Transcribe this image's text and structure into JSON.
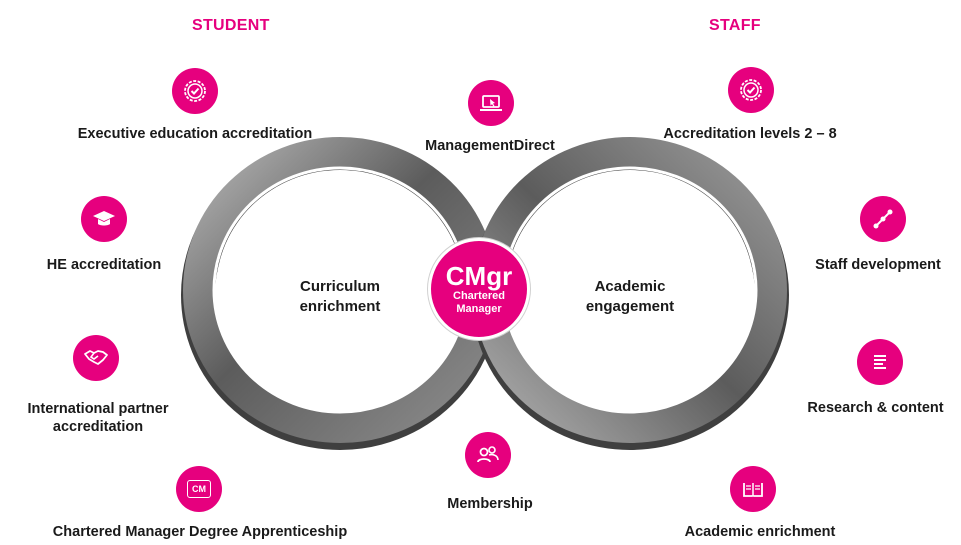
{
  "columns": {
    "student_title": "STUDENT",
    "staff_title": "STAFF"
  },
  "student": {
    "executive": "Executive education accreditation",
    "he": "HE accreditation",
    "international_line1": "International partner",
    "international_line2": "accreditation",
    "cmda": "Chartered Manager Degree Apprenticeship"
  },
  "center_column": {
    "management_direct": "ManagementDirect",
    "membership": "Membership"
  },
  "staff": {
    "accreditation_levels": "Accreditation levels 2 – 8",
    "staff_development": "Staff development",
    "research": "Research & content",
    "academic_enrichment": "Academic enrichment"
  },
  "rings": {
    "left_line1": "Curriculum",
    "left_line2": "enrichment",
    "right_line1": "Academic",
    "right_line2": "engagement"
  },
  "badge": {
    "title": "CMgr",
    "line1": "Chartered",
    "line2": "Manager"
  },
  "icons": {
    "cm_text": "CM"
  },
  "colors": {
    "accent": "#e6007e",
    "ring_dark": "#5a5a5a",
    "ring_light": "#a8a8a8"
  }
}
